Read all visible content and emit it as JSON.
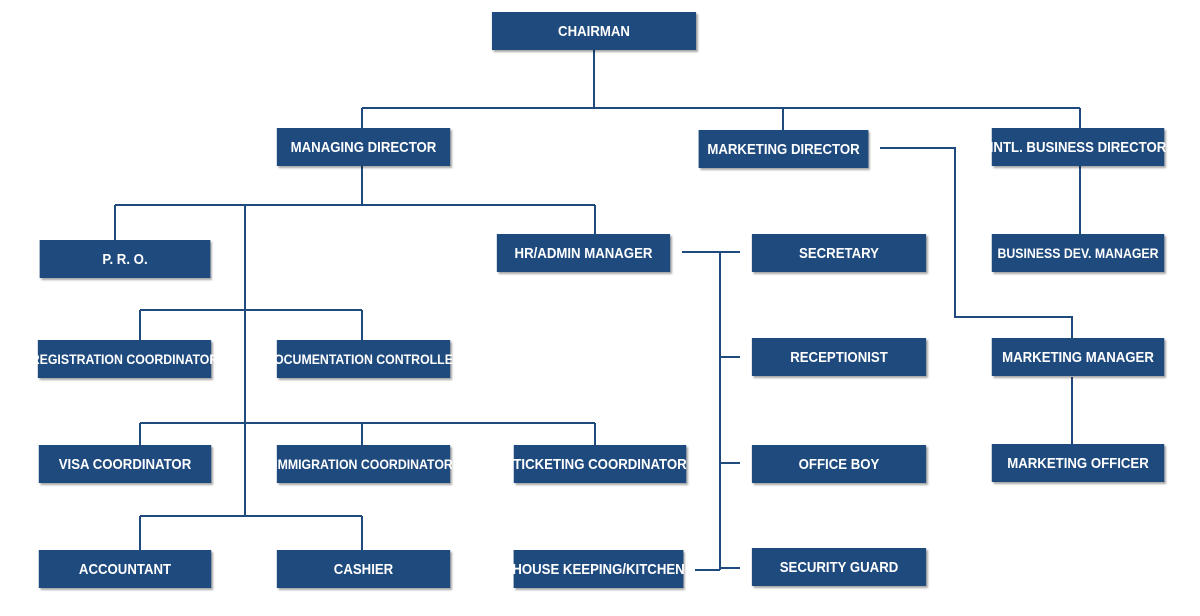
{
  "org_chart": {
    "chairman": "CHAIRMAN",
    "managing_director": "MANAGING DIRECTOR",
    "marketing_director": "MARKETING DIRECTOR",
    "intl_business_director": "INTL. BUSINESS DIRECTOR",
    "pro": "P. R. O.",
    "hr_admin_manager": "HR/ADMIN MANAGER",
    "secretary": "SECRETARY",
    "business_dev_manager": "BUSINESS DEV. MANAGER",
    "registration_coordinator": "REGISTRATION COORDINATOR",
    "documentation_controller": "DOCUMENTATION CONTROLLER",
    "receptionist": "RECEPTIONIST",
    "marketing_manager": "MARKETING MANAGER",
    "visa_coordinator": "VISA COORDINATOR",
    "immigration_coordinator": "IMMIGRATION COORDINATOR",
    "ticketing_coordinator": "TICKETING COORDINATOR",
    "office_boy": "OFFICE BOY",
    "marketing_officer": "MARKETING OFFICER",
    "accountant": "ACCOUNTANT",
    "cashier": "CASHIER",
    "house_keeping_kitchen": "HOUSE KEEPING/KITCHEN",
    "security_guard": "SECURITY GUARD"
  },
  "colors": {
    "box_fill": "#1e4a7e",
    "box_text": "#ffffff",
    "connector": "#1e4a7e"
  }
}
